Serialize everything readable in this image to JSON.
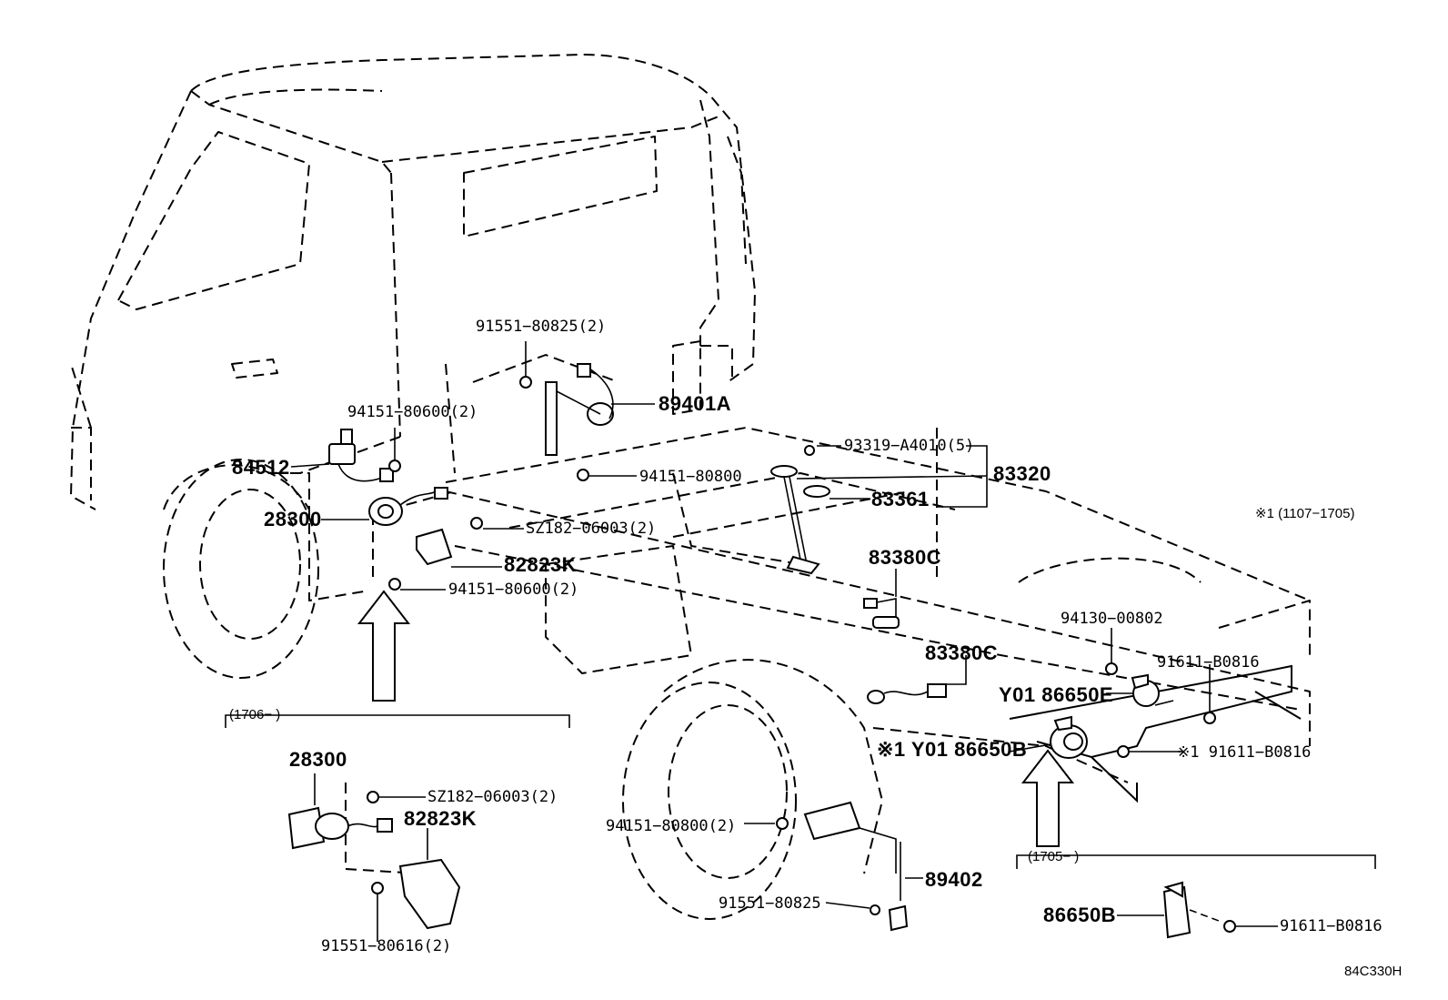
{
  "diagram_code": "84C330H",
  "variants": {
    "v1_note": "※1 (1107−1705)",
    "from_1706": "(1706−      )",
    "from_1705": "(1705−      )"
  },
  "parts": {
    "p91551_top": "91551−80825(2)",
    "p94151_80600_a": "94151−80600(2)",
    "p89401A": "89401A",
    "p84512": "84512",
    "p93319": "93319−A4010(5)",
    "p94151_80800": "94151−80800",
    "p83320": "83320",
    "p28300": "28300",
    "p83361": "83361",
    "pSZ182": "SZ182−06003(2)",
    "p82823K": "82823K",
    "p83380C_a": "83380C",
    "p94151_80600_b": "94151−80600(2)",
    "p94130": "94130−00802",
    "p83380C_b": "83380C",
    "p91611_a": "91611−B0816",
    "pY01_86650E": "Y01 86650E",
    "p1_Y01_86650B": "※1  Y01 86650B",
    "p1_91611": "※1  91611−B0816",
    "p28300_b": "28300",
    "pSZ182_b": "SZ182−06003(2)",
    "p82823K_b": "82823K",
    "p94151_80800_2": "94151−80800(2)",
    "p89402": "89402",
    "p91551_80825": "91551−80825",
    "p91551_80616": "91551−80616(2)",
    "p86650B": "86650B",
    "p91611_b": "91611−B0816"
  }
}
